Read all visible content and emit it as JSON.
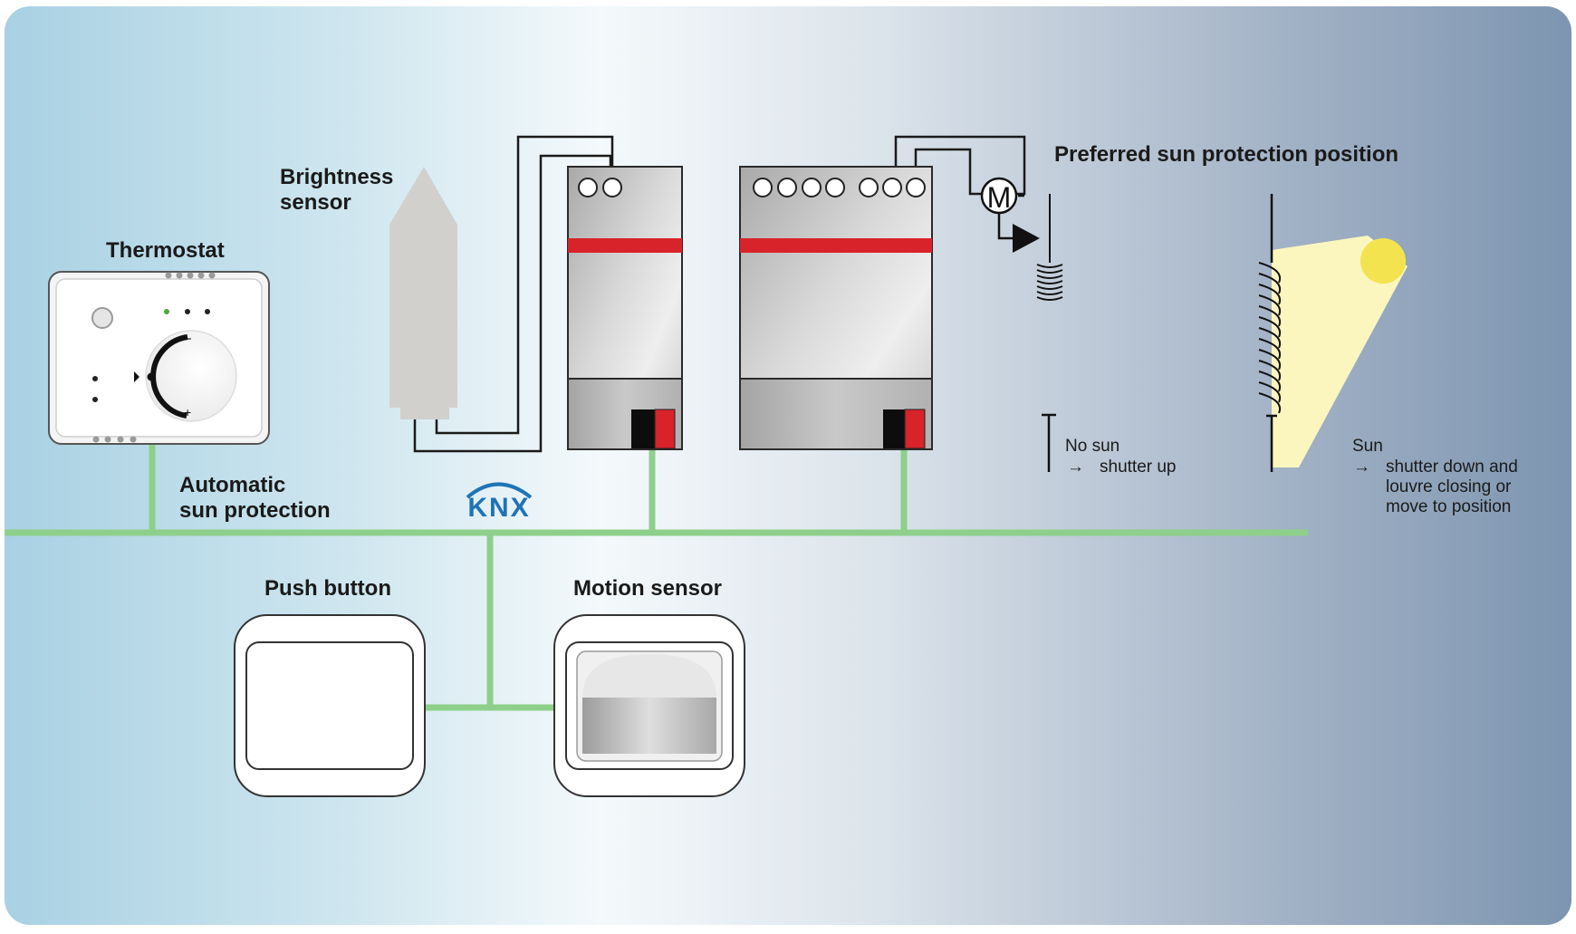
{
  "labels": {
    "thermostat": "Thermostat",
    "brightness_line1": "Brightness",
    "brightness_line2": "sensor",
    "automatic_line1": "Automatic",
    "automatic_line2": "sun protection",
    "knx_logo": "KNX",
    "push_button": "Push button",
    "motion_sensor": "Motion sensor",
    "preferred_position": "Preferred sun protection position",
    "motor": "M",
    "no_sun_line1": "No sun",
    "no_sun_line2": "shutter up",
    "sun_line1": "Sun",
    "sun_line2": "shutter down and",
    "sun_line3": "louvre closing or",
    "sun_line4": "move to position",
    "arrow": "→"
  },
  "colors": {
    "bus_green": "#8ed08b",
    "actuator_red": "#d8232a",
    "sun_yellow": "#f3e34f",
    "sun_beam": "#fbf6be",
    "background_left": "#a9d2e4",
    "background_right": "#7f97b2"
  }
}
